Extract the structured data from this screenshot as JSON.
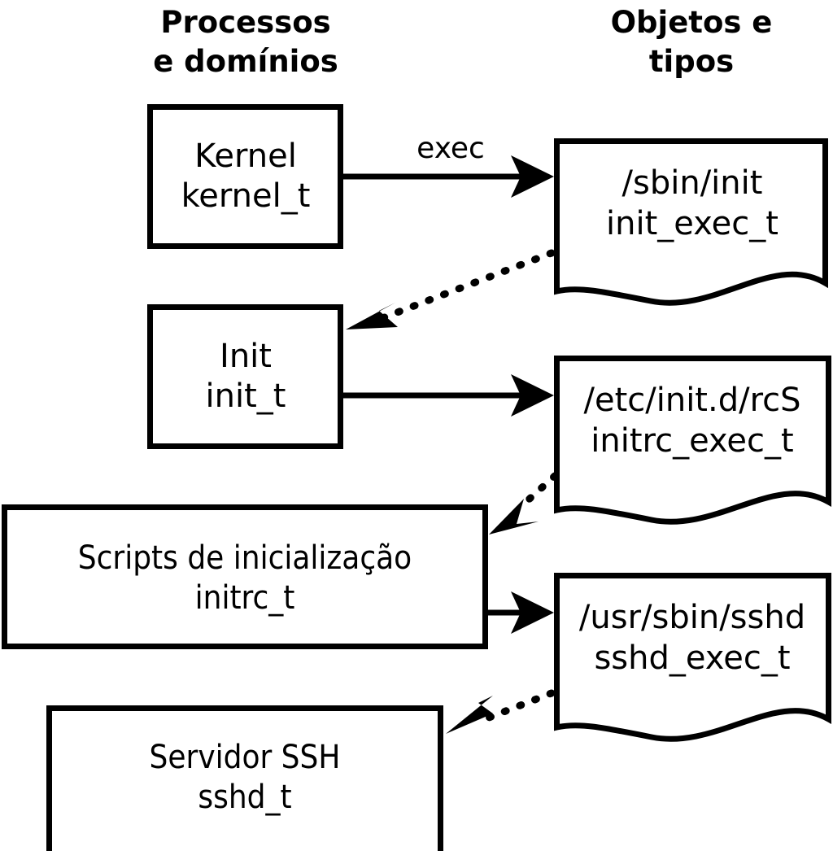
{
  "diagram": {
    "type": "flow-diagram",
    "title_columns": [
      {
        "id": "left",
        "text_line1": "Processos",
        "text_line2": "e domínios"
      },
      {
        "id": "right",
        "text_line1": "Objetos e",
        "text_line2": "tipos"
      }
    ],
    "colors": {
      "background": "#ffffff",
      "stroke": "#000000",
      "text": "#000000"
    },
    "process_nodes": [
      {
        "id": "kernel",
        "name": "Kernel",
        "type": "kernel_t"
      },
      {
        "id": "init",
        "name": "Init",
        "type": "init_t"
      },
      {
        "id": "initrc",
        "name": "Scripts de inicialização",
        "type": "initrc_t"
      },
      {
        "id": "sshd",
        "name": "Servidor SSH",
        "type": "sshd_t"
      }
    ],
    "object_nodes": [
      {
        "id": "init_exec",
        "path": "/sbin/init",
        "type": "init_exec_t"
      },
      {
        "id": "initrc_exec",
        "path": "/etc/init.d/rcS",
        "type": "initrc_exec_t"
      },
      {
        "id": "sshd_exec",
        "path": "/usr/sbin/sshd",
        "type": "sshd_exec_t"
      }
    ],
    "edges": [
      {
        "id": "kernel-to-init_exec",
        "style": "solid",
        "label": "exec",
        "from": "kernel",
        "to": "init_exec"
      },
      {
        "id": "init_exec-to-init",
        "style": "dotted",
        "label": "",
        "from": "init_exec",
        "to": "init"
      },
      {
        "id": "init-to-initrc_exec",
        "style": "solid",
        "label": "",
        "from": "init",
        "to": "initrc_exec"
      },
      {
        "id": "initrc_exec-to-initrc",
        "style": "dotted",
        "label": "",
        "from": "initrc_exec",
        "to": "initrc"
      },
      {
        "id": "initrc-to-sshd_exec",
        "style": "solid",
        "label": "",
        "from": "initrc",
        "to": "sshd_exec"
      },
      {
        "id": "sshd_exec-to-sshd",
        "style": "dotted",
        "label": "",
        "from": "sshd_exec",
        "to": "sshd"
      }
    ]
  }
}
